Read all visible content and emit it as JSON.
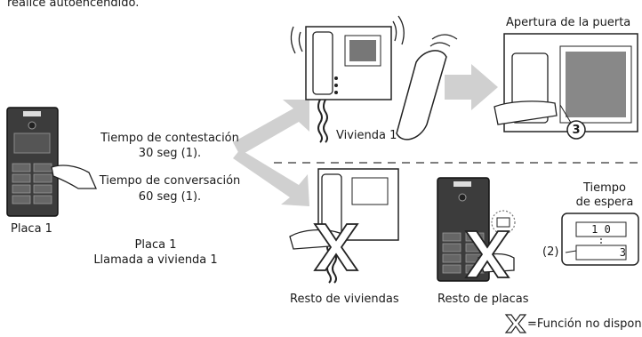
{
  "header_fragment": "realice autoencendido.",
  "labels": {
    "placa": "Placa 1",
    "tiempo_contestacion_1": "Tiempo de contestación",
    "tiempo_contestacion_2": "30 seg (1).",
    "tiempo_conversacion_1": "Tiempo de conversación",
    "tiempo_conversacion_2": "60 seg (1).",
    "llamada_1": "Placa 1",
    "llamada_2": "Llamada a vivienda 1",
    "vivienda": "Vivienda 1",
    "apertura": "Apertura de la puerta",
    "callout_3": "3",
    "resto_viviendas": "Resto de viviendas",
    "resto_placas": "Resto de  placas",
    "tiempo_espera_1": "Tiempo",
    "tiempo_espera_2": "de espera",
    "display_top": "1 0",
    "display_bottom": "3",
    "callout_2": "(2)",
    "legend": "=Función no disponible"
  },
  "colors": {
    "arrow": "#cfcfcf",
    "panel_dark": "#3a3a3a",
    "line": "#222222",
    "dashed": "#555555"
  }
}
